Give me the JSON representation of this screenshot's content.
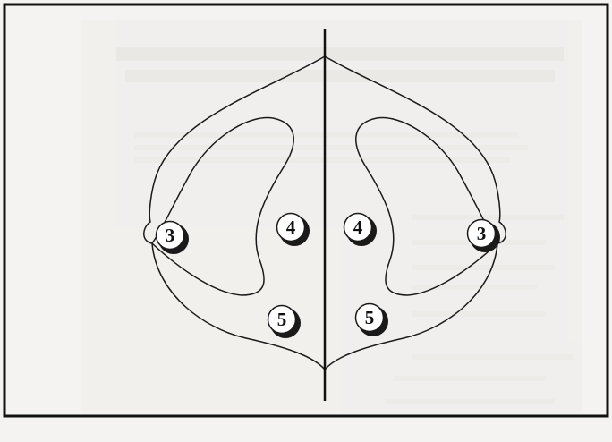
{
  "diagram": {
    "markers": [
      {
        "id": "left-3",
        "label": "3"
      },
      {
        "id": "left-4",
        "label": "4"
      },
      {
        "id": "left-5",
        "label": "5"
      },
      {
        "id": "right-4",
        "label": "4"
      },
      {
        "id": "right-5",
        "label": "5"
      },
      {
        "id": "right-3",
        "label": "3"
      }
    ],
    "colors": {
      "frame": "#111111",
      "outline": "#1a1a1a",
      "marker_fill": "#ffffff",
      "marker_shadow": "#1a1a1a",
      "background": "#f4f3f1"
    }
  }
}
